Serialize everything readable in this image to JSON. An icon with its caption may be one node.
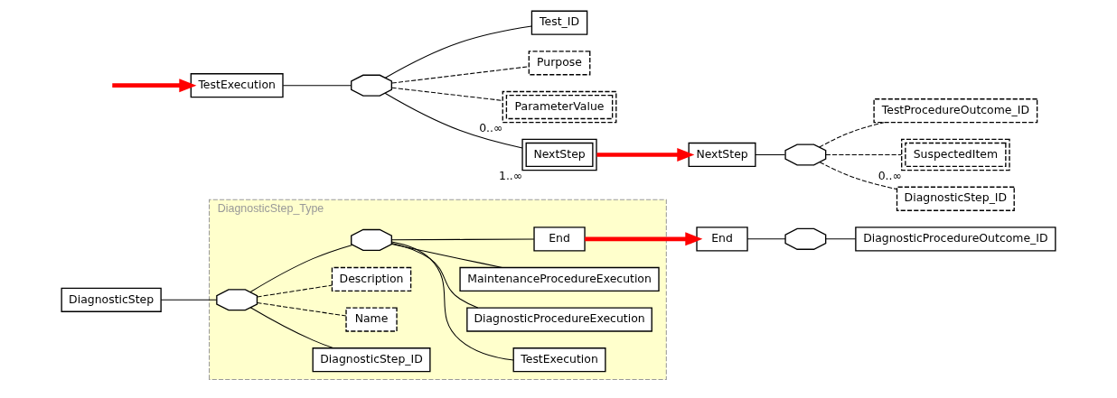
{
  "diagram": {
    "nodes": [
      {
        "text": [
          "DiagnosticStep_Type"
        ]
      },
      {
        "text": [
          "DiagnosticStep"
        ]
      },
      {
        "text": [],
        "shape": "octagon",
        "in": 0
      },
      {
        "text": [
          "DiagnosticStep_ID"
        ],
        "in": 0
      },
      {
        "text": [
          "Name"
        ],
        "in": 0
      },
      {
        "text": [
          "Description"
        ],
        "in": 0
      },
      {
        "text": [],
        "shape": "octagon",
        "in": 0
      },
      {
        "text": [
          "TestExecution"
        ],
        "in": 0
      },
      {
        "text": [
          "DiagnosticProcedureExecution"
        ],
        "in": 0
      },
      {
        "text": [
          "MaintenanceProcedureExecution"
        ],
        "in": 0
      },
      {
        "text": [
          "End"
        ],
        "in": 0
      },
      {
        "text": [
          "TestExecution"
        ]
      },
      {
        "text": [],
        "shape": "octagon"
      },
      {
        "text": [
          "Test_ID"
        ]
      },
      {
        "text": [
          "Purpose"
        ]
      },
      {
        "text": [
          "ParameterValue"
        ],
        "beside": [
          "0..∞"
        ]
      },
      {
        "text": [
          "NextStep"
        ],
        "beside": [
          "1..∞"
        ]
      },
      {
        "text": [
          "NextStep"
        ]
      },
      {
        "text": [],
        "shape": "octagon"
      },
      {
        "text": [
          "TestProcedureOutcome_ID"
        ]
      },
      {
        "text": [
          "SuspectedItem"
        ],
        "beside": [
          "0..∞"
        ]
      },
      {
        "text": [
          "DiagnosticStep_ID"
        ]
      },
      {
        "text": [
          "End"
        ]
      },
      {
        "text": [],
        "shape": "octagon"
      },
      {
        "text": [
          "DiagnosticProcedureOutcome_ID"
        ]
      }
    ],
    "edges": [
      {
        "from": 1,
        "to": 2,
        "arrow": "none"
      },
      {
        "from": 2,
        "to": 3,
        "arrow": "none"
      },
      {
        "from": 2,
        "to": 4,
        "arrow": "none",
        "style": "dashed"
      },
      {
        "from": 2,
        "to": 5,
        "arrow": "none",
        "style": "dashed"
      },
      {
        "from": 2,
        "to": 6,
        "arrow": "none"
      },
      {
        "from": 6,
        "to": 7,
        "arrow": "none"
      },
      {
        "from": 6,
        "to": 8,
        "arrow": "none"
      },
      {
        "from": 6,
        "to": 9,
        "arrow": "none"
      },
      {
        "from": 6,
        "to": 10,
        "arrow": "none"
      },
      {
        "from": null,
        "to": 11,
        "arrow": "to",
        "style": "thick",
        "color": "#ff0000"
      },
      {
        "from": 11,
        "to": 12,
        "arrow": "none"
      },
      {
        "from": 12,
        "to": 13,
        "arrow": "none"
      },
      {
        "from": 12,
        "to": 14,
        "arrow": "none",
        "style": "dashed"
      },
      {
        "from": 12,
        "to": 15,
        "arrow": "none",
        "style": "dashed"
      },
      {
        "from": 12,
        "to": 16,
        "arrow": "none"
      },
      {
        "from": 16,
        "to": 17,
        "arrow": "to",
        "style": "thick",
        "color": "#ff0000"
      },
      {
        "from": 17,
        "to": 18,
        "arrow": "none"
      },
      {
        "from": 18,
        "to": 19,
        "arrow": "none",
        "style": "dashed"
      },
      {
        "from": 18,
        "to": 20,
        "arrow": "none",
        "style": "dashed"
      },
      {
        "from": 18,
        "to": 21,
        "arrow": "none",
        "style": "dashed"
      },
      {
        "from": 10,
        "to": 22,
        "arrow": "to",
        "style": "thick",
        "color": "#ff0000"
      },
      {
        "from": 22,
        "to": 23,
        "arrow": "none"
      },
      {
        "from": 23,
        "to": 24,
        "arrow": "none"
      }
    ]
  }
}
